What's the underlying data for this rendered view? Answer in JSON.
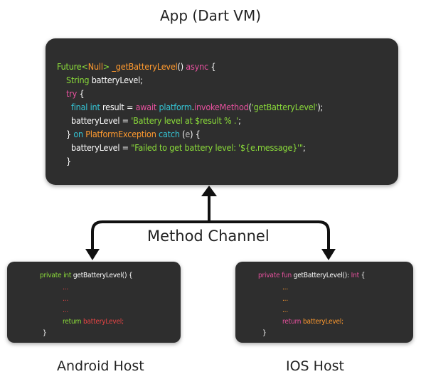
{
  "labels": {
    "app": "App (Dart VM)",
    "channel": "Method Channel",
    "android": "Android Host",
    "ios": "IOS Host"
  },
  "dart_code": {
    "l1_future": "Future<",
    "l1_null": "Null",
    "l1_gt": "> ",
    "l1_func": "_getBatteryLevel",
    "l1_parens": "() ",
    "l1_async": "async",
    "l1_brace": " {",
    "l2_type": "String",
    "l2_var": " batteryLevel;",
    "l3_try": "try",
    "l3_brace": " {",
    "l4_final": "final int",
    "l4_result": " result = ",
    "l4_await": "await",
    "l4_platform": " platform",
    "l4_dot": ".",
    "l4_invoke": "invokeMethod",
    "l4_open": "(",
    "l4_arg": "'getBatteryLevel'",
    "l4_close": ");",
    "l5_var": "batteryLevel = ",
    "l5_str": "'Battery level at $result % .'",
    "l5_end": ";",
    "l6_close": "} ",
    "l6_on": "on",
    "l6_exc": " PlatformException",
    "l6_catch": " catch",
    "l6_open": " (",
    "l6_e": "e",
    "l6_close2": ") {",
    "l7_var": "batteryLevel = ",
    "l7_str": "\"Failed to get battery level: '${e.message}'\"",
    "l7_end": ";",
    "l8": "}"
  },
  "android_code": {
    "l1_kw": "private int",
    "l1_sig": " getBatteryLevel() {",
    "dots": "...",
    "ret_kw": "return",
    "ret_val": " batteryLevel;",
    "close": "}"
  },
  "ios_code": {
    "l1_kw": "private fun",
    "l1_sig": " getBatteryLevel(): ",
    "l1_type": "Int",
    "l1_brace": " {",
    "dots": "...",
    "ret_kw": "return",
    "ret_val": " batteryLevel;",
    "close": "}"
  },
  "colors": {
    "box_bg": "#2e2e2e",
    "green": "#8bdc3a",
    "orange": "#ff9a2e",
    "magenta": "#e6519e",
    "teal": "#35c6d6",
    "red": "#e84545",
    "arrow": "#111111"
  }
}
